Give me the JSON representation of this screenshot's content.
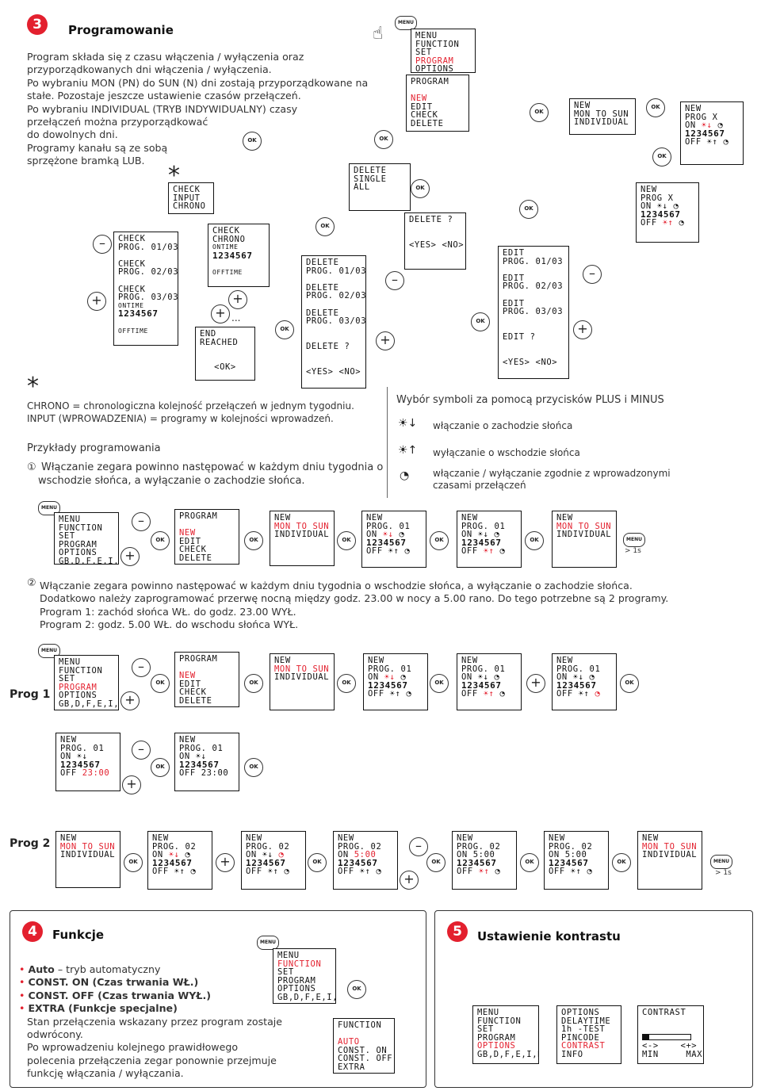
{
  "sec3": {
    "num": "3",
    "title": "Programowanie",
    "para": [
      "Program składa się z czasu włączenia / wyłączenia oraz",
      "przyporządkowanych dni włączenia / wyłączenia.",
      "Po wybraniu MON (PN) do SUN (N) dni zostają przyporządkowane na",
      "stałe. Pozostaje jeszcze ustawienie czasów przełączeń.",
      "Po wybraniu INDIVIDUAL (TRYB INDYWIDUALNY) czasy",
      "przełączeń można przyporządkować",
      "do dowolnych dni.",
      "Programy kanału są ze sobą",
      "sprzężone bramką LUB."
    ]
  },
  "buttons": {
    "ok": "OK",
    "menu": "MENU",
    "plus": "+",
    "minus": "–",
    "menu_hold": "> 1s"
  },
  "star": "*",
  "lcd": {
    "menu_top": [
      "MENU",
      "FUNCTION",
      "SET",
      "PROGRAM",
      "OPTIONS"
    ],
    "prog_menu": [
      "PROGRAM",
      "NEW",
      "EDIT",
      "CHECK",
      "DELETE"
    ],
    "new_mon": [
      "NEW",
      "MON TO SUN",
      "INDIVIDUAL"
    ],
    "new_prog_x": [
      "NEW",
      "PROG  X",
      "ON",
      "OFF"
    ],
    "check_input": [
      "CHECK",
      "INPUT",
      "CHRONO"
    ],
    "delete_single": [
      "DELETE",
      "SINGLE",
      "ALL"
    ],
    "delete_q": [
      "DELETE ?",
      "<YES> <NO>"
    ],
    "check_prog": [
      "CHECK",
      "PROG. 01/03",
      "PROG. 02/03",
      "PROG. 03/03",
      "ONTIME",
      "OFFTIME"
    ],
    "check_chrono": [
      "CHECK",
      "CHRONO",
      "ONTIME",
      "OFFTIME"
    ],
    "end_reached": [
      "END",
      "REACHED",
      "<OK>"
    ],
    "delete_prog": [
      "DELETE",
      "PROG. 01/03",
      "PROG. 02/03",
      "PROG. 03/03",
      "DELETE ?",
      "<YES> <NO>"
    ],
    "edit_prog": [
      "EDIT",
      "PROG. 01/03",
      "PROG. 02/03",
      "PROG. 03/03",
      "EDIT ?",
      "<YES> <NO>"
    ],
    "days": "1234567",
    "menu_lang": "GB,D,F,E,I,NL",
    "prog01": "PROG. 01",
    "prog02": "PROG. 02",
    "on": "ON",
    "off": "OFF",
    "t2300": "23:00",
    "t500": "5:00",
    "func_list": [
      "FUNCTION",
      "AUTO",
      "CONST. ON",
      "CONST. OFF",
      "EXTRA"
    ],
    "options_list": [
      "OPTIONS",
      "DELAYTIME",
      "1h -TEST",
      "PINCODE",
      "CONTRAST",
      "INFO"
    ],
    "contrast": [
      "CONTRAST",
      "<->",
      "<+>",
      "MIN",
      "MAX"
    ]
  },
  "defs": {
    "chrono": "CHRONO = chronologiczna kolejność przełączeń w jednym tygodniu.",
    "input": "INPUT (WPROWADZENIA) = programy w kolejności wprowadzeń."
  },
  "symbols": {
    "title": "Wybór symboli za pomocą przycisków PLUS i MINUS",
    "s1": "włączanie o zachodzie słońca",
    "s2": "wyłączanie o wschodzie słońca",
    "s3": "włączanie / wyłączanie zgodnie z wprowadzonymi",
    "s3b": "czasami przełączeń"
  },
  "examples": {
    "title": "Przykłady programowania",
    "ex1_num": "①",
    "ex1a": "Włączanie zegara powinno następować w każdym dniu tygodnia o",
    "ex1b": "wschodzie słońca, a wyłączanie o zachodzie słońca.",
    "ex2_num": "②",
    "ex2": [
      "Włączanie zegara powinno następować w każdym dniu tygodnia o wschodzie słońca, a wyłączanie o zachodzie słońca.",
      "Dodatkowo należy zaprogramować przerwę nocną między godz. 23.00 w nocy a 5.00 rano. Do tego potrzebne są 2 programy.",
      "Program 1: zachód słońca WŁ. do godz. 23.00 WYŁ.",
      "Program 2: godz. 5.00 WŁ. do wschodu słońca WYŁ."
    ],
    "prog1": "Prog 1",
    "prog2": "Prog 2"
  },
  "sec4": {
    "num": "4",
    "title": "Funkcje",
    "items": [
      {
        "b": "Auto",
        "t": " – tryb automatyczny"
      },
      {
        "b": "CONST. ON (Czas trwania WŁ.)",
        "t": ""
      },
      {
        "b": "CONST. OFF (Czas trwania WYŁ.)",
        "t": ""
      },
      {
        "b": "EXTRA (Funkcje specjalne)",
        "t": ""
      }
    ],
    "desc": [
      "Stan przełączenia wskazany przez program zostaje",
      "odwrócony.",
      "Po wprowadzeniu kolejnego prawidłowego",
      "polecenia przełączenia zegar ponownie przejmuje",
      "funkcję włączania / wyłączania."
    ]
  },
  "sec5": {
    "num": "5",
    "title": "Ustawienie kontrastu"
  }
}
